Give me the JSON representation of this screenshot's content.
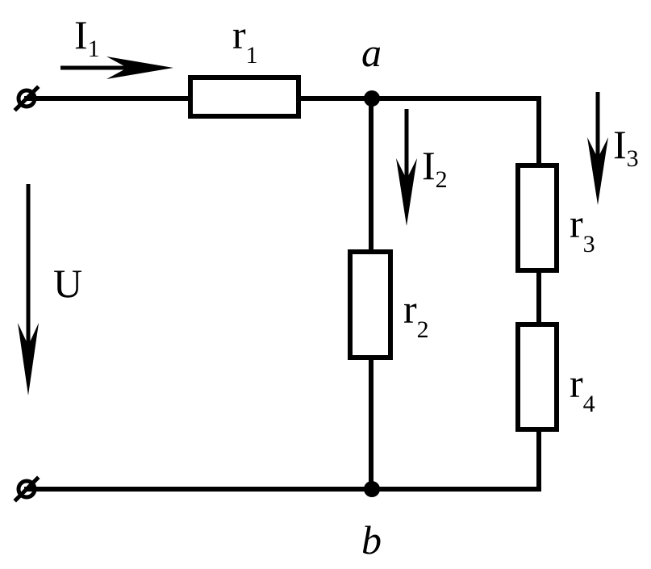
{
  "diagram": {
    "nodes": {
      "a": "a",
      "b": "b"
    },
    "currents": {
      "I1": {
        "main": "I",
        "sub": "1"
      },
      "I2": {
        "main": "I",
        "sub": "2"
      },
      "I3": {
        "main": "I",
        "sub": "3"
      }
    },
    "voltage": "U",
    "resistors": {
      "r1": {
        "main": "r",
        "sub": "1"
      },
      "r2": {
        "main": "r",
        "sub": "2"
      },
      "r3": {
        "main": "r",
        "sub": "3"
      },
      "r4": {
        "main": "r",
        "sub": "4"
      }
    }
  }
}
